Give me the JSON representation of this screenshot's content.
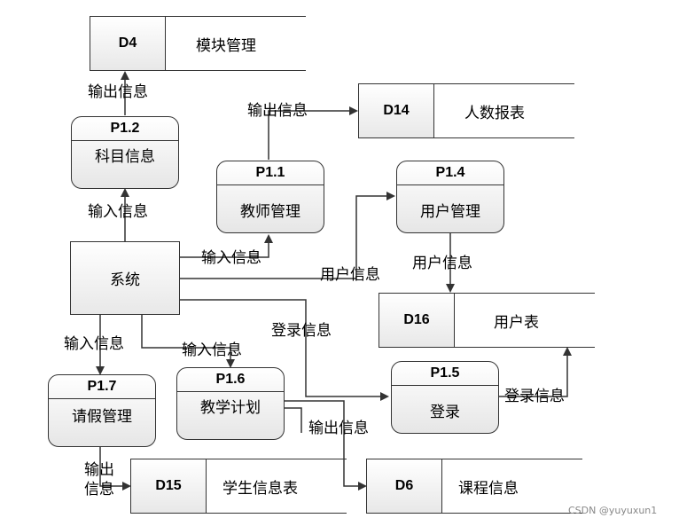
{
  "stores": {
    "d4": {
      "id": "D4",
      "name": "模块管理"
    },
    "d14": {
      "id": "D14",
      "name": "人数报表"
    },
    "d16": {
      "id": "D16",
      "name": "用户表"
    },
    "d15": {
      "id": "D15",
      "name": "学生信息表"
    },
    "d6": {
      "id": "D6",
      "name": "课程信息"
    }
  },
  "processes": {
    "p12": {
      "id": "P1.2",
      "name": "科目信息"
    },
    "p11": {
      "id": "P1.1",
      "name": "教师管理"
    },
    "p14": {
      "id": "P1.4",
      "name": "用户管理"
    },
    "p17": {
      "id": "P1.7",
      "name": "请假管理"
    },
    "p16": {
      "id": "P1.6",
      "name": "教学计划"
    },
    "p15": {
      "id": "P1.5",
      "name": "登录"
    }
  },
  "entity": {
    "name": "系统"
  },
  "flows": {
    "out_p12": "输出信息",
    "in_p12": "输入信息",
    "out_p11": "输出信息",
    "in_p11": "输入信息",
    "user_info_sys": "用户信息",
    "user_info_p14": "用户信息",
    "in_p17": "输入信息",
    "in_p16": "输入信息",
    "login_info_sys": "登录信息",
    "login_info_p15": "登录信息",
    "out_p16": "输出信息",
    "out_p17_line1": "输出",
    "out_p17_line2": "信息"
  },
  "watermark": "CSDN @yuyuxun1"
}
